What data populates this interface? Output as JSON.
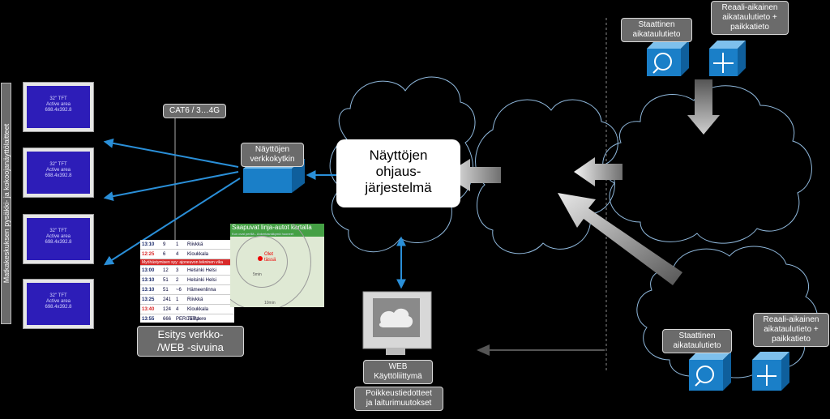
{
  "side_label": "Matkakeskuksen pysäkki- ja kokoojanäyttölaitteet",
  "monitor_text": [
    "32\" TFT",
    "Active area",
    "698.4x392.8"
  ],
  "cat6_label": "CAT6 / 3…4G",
  "switch_label": "Näyttöjen verkkokytkin",
  "control_system": [
    "Näyttöjen",
    "ohjaus-",
    "järjestelmä"
  ],
  "web_view_label": [
    "Esitys verkko-",
    "/WEB -sivuina"
  ],
  "web_ui_label": [
    "WEB",
    "Käyttöliittymä"
  ],
  "exceptions_label": [
    "Poikkeustiedotteet",
    "ja laiturimuutokset"
  ],
  "static_top": [
    "Staattinen",
    "aikataulutieto"
  ],
  "realtime_top": [
    "Reaali-aikainen",
    "aikataulutieto +",
    "paikkatieto"
  ],
  "static_bottom": [
    "Staattinen",
    "aikataulutieto"
  ],
  "realtime_bottom": [
    "Reaali-aikainen",
    "aikataulutieto +",
    "paikkatieto"
  ],
  "timetable": {
    "rows": [
      {
        "time": "13:10",
        "route": "9",
        "platform": "1",
        "dest": "Riivkkä",
        "red": false
      },
      {
        "time": "12:25",
        "route": "6",
        "platform": "4",
        "dest": "Kloukkala",
        "red": true
      },
      {
        "announcement": "Myöhästymisen syy: ajoneuvon tekninen vika"
      },
      {
        "time": "13:00",
        "route": "12",
        "platform": "3",
        "dest": "Helsinki Helsi",
        "red": false
      },
      {
        "time": "13:10",
        "route": "51",
        "platform": "2",
        "dest": "Helsinki Helsi",
        "red": false
      },
      {
        "time": "13:10",
        "route": "51",
        "platform": "~6",
        "dest": "Hämeenlinna",
        "red": false
      },
      {
        "time": "13:25",
        "route": "241",
        "platform": "1",
        "dest": "Riivkkä",
        "red": false
      },
      {
        "time": "13:40",
        "route": "124",
        "platform": "4",
        "dest": "Kloukkala",
        "red": true
      },
      {
        "time": "13:55",
        "route": "666",
        "platform": "PERUTTU",
        "dest": "Tampere",
        "red": false
      }
    ]
  },
  "map": {
    "title": "Saapuvat linja-autot kartalla",
    "subtitle": "Kun ovat perillä - Ankeriasnäkymä huoneet",
    "you_are_here": [
      "Olet",
      "tässä"
    ],
    "ring_inner": "5min",
    "ring_outer": "10min"
  },
  "colors": {
    "arrow_blue": "#2a8fd8",
    "cloud_stroke": "#8fb8dc",
    "label_gray": "#6b6b6b",
    "screen_blue": "#2d1db8",
    "cube_blue": "#1a7fc8"
  }
}
